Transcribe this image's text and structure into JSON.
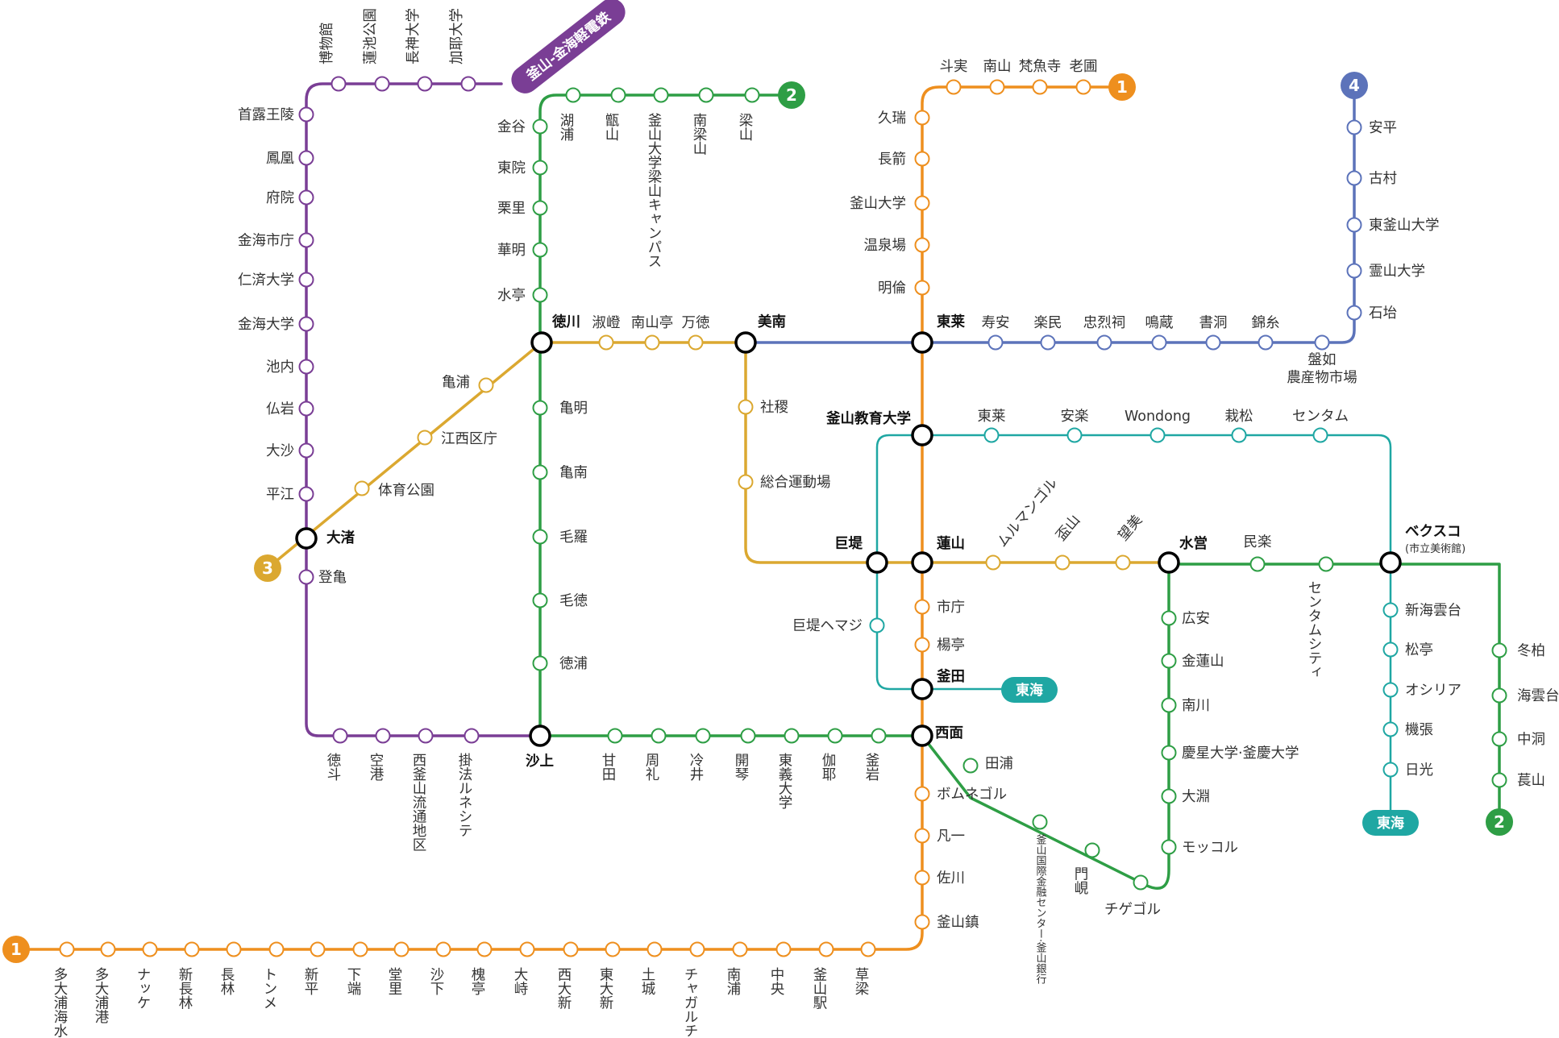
{
  "colors": {
    "line1": "#EE8F1E",
    "line2": "#2E9E45",
    "line3": "#DBA830",
    "line4": "#5C73BA",
    "donghae": "#1FA7A3",
    "bgl": "#7A3E95",
    "transfer_ring": "#000000"
  },
  "badges": {
    "l1": "1",
    "l2": "2",
    "l3": "3",
    "l4": "4"
  },
  "pills": {
    "bgl": "釜山-金海軽電鉄",
    "dh": "東海"
  },
  "transfers": {
    "daejeo": "大渚",
    "deokcheon": "徳川",
    "minam": "美南",
    "dongnae": "東莱",
    "edu": "釜山教育大学",
    "yeonsan": "蓮山",
    "geoje": "巨堤",
    "suyeong": "水営",
    "bexco": "ベクスコ",
    "bexco_sub": "(市立美術館)",
    "sasang": "沙上",
    "seomyeon": "西面",
    "busanjeon": "釜田"
  },
  "stations": {
    "bgl": [
      "博物館",
      "蓮池公園",
      "長神大学",
      "加耶大学",
      "首露王陵",
      "鳳凰",
      "府院",
      "金海市庁",
      "仁済大学",
      "金海大学",
      "池内",
      "仏岩",
      "大沙",
      "平江",
      "登亀",
      "徳斗",
      "空港",
      "西釜山流通地区",
      "掛法ルネシテ"
    ],
    "l2_top": [
      "湖浦",
      "甑山",
      "釜山大学梁山キャンパス",
      "南梁山",
      "梁山"
    ],
    "l2_left": [
      "金谷",
      "東院",
      "栗里",
      "華明",
      "水亭",
      "亀明",
      "亀南",
      "毛羅",
      "毛徳",
      "徳浦"
    ],
    "l2_bottom": [
      "甘田",
      "周礼",
      "冷井",
      "開琴",
      "東義大学",
      "伽耶",
      "釜岩"
    ],
    "l2_right": [
      "広安",
      "金蓮山",
      "南川",
      "慶星大学·釜慶大学",
      "大淵",
      "モッコル",
      "チゲゴル",
      "門峴",
      "釜山国際金融センター·釜山銀行",
      "田浦"
    ],
    "l2_east": [
      "民楽",
      "センタムシティ",
      "冬柏",
      "海雲台",
      "中洞",
      "萇山"
    ],
    "l1_top": [
      "斗実",
      "南山",
      "梵魚寺",
      "老圃"
    ],
    "l1_mid": [
      "久瑞",
      "長箭",
      "釜山大学",
      "温泉場",
      "明倫",
      "市庁",
      "楊亭",
      "ボムネゴル",
      "凡一",
      "佐川",
      "釜山鎮"
    ],
    "l1_bottom": [
      "多大浦海水浴場",
      "多大浦港",
      "ナッケ",
      "新長林",
      "長林",
      "トンメ",
      "新平",
      "下端",
      "堂里",
      "沙下",
      "槐亭",
      "大峙",
      "西大新",
      "東大新",
      "土城",
      "チャガルチ",
      "南浦",
      "中央",
      "釜山駅",
      "草梁"
    ],
    "l3": [
      "亀浦",
      "江西区庁",
      "体育公園",
      "淑嶝",
      "南山亭",
      "万徳",
      "社稷",
      "総合運動場",
      "ムルマンゴル",
      "盃山",
      "望美"
    ],
    "l4": [
      "安平",
      "古村",
      "東釜山大学",
      "霊山大学",
      "石坮",
      "寿安",
      "楽民",
      "忠烈祠",
      "鳴蔵",
      "書洞",
      "錦糸",
      "盤如",
      "農産物市場"
    ],
    "dh": [
      "東莱",
      "安楽",
      "Wondong",
      "栽松",
      "センタム",
      "新海雲台",
      "松亭",
      "オシリア",
      "機張",
      "日光",
      "巨堤ヘマジ"
    ]
  }
}
